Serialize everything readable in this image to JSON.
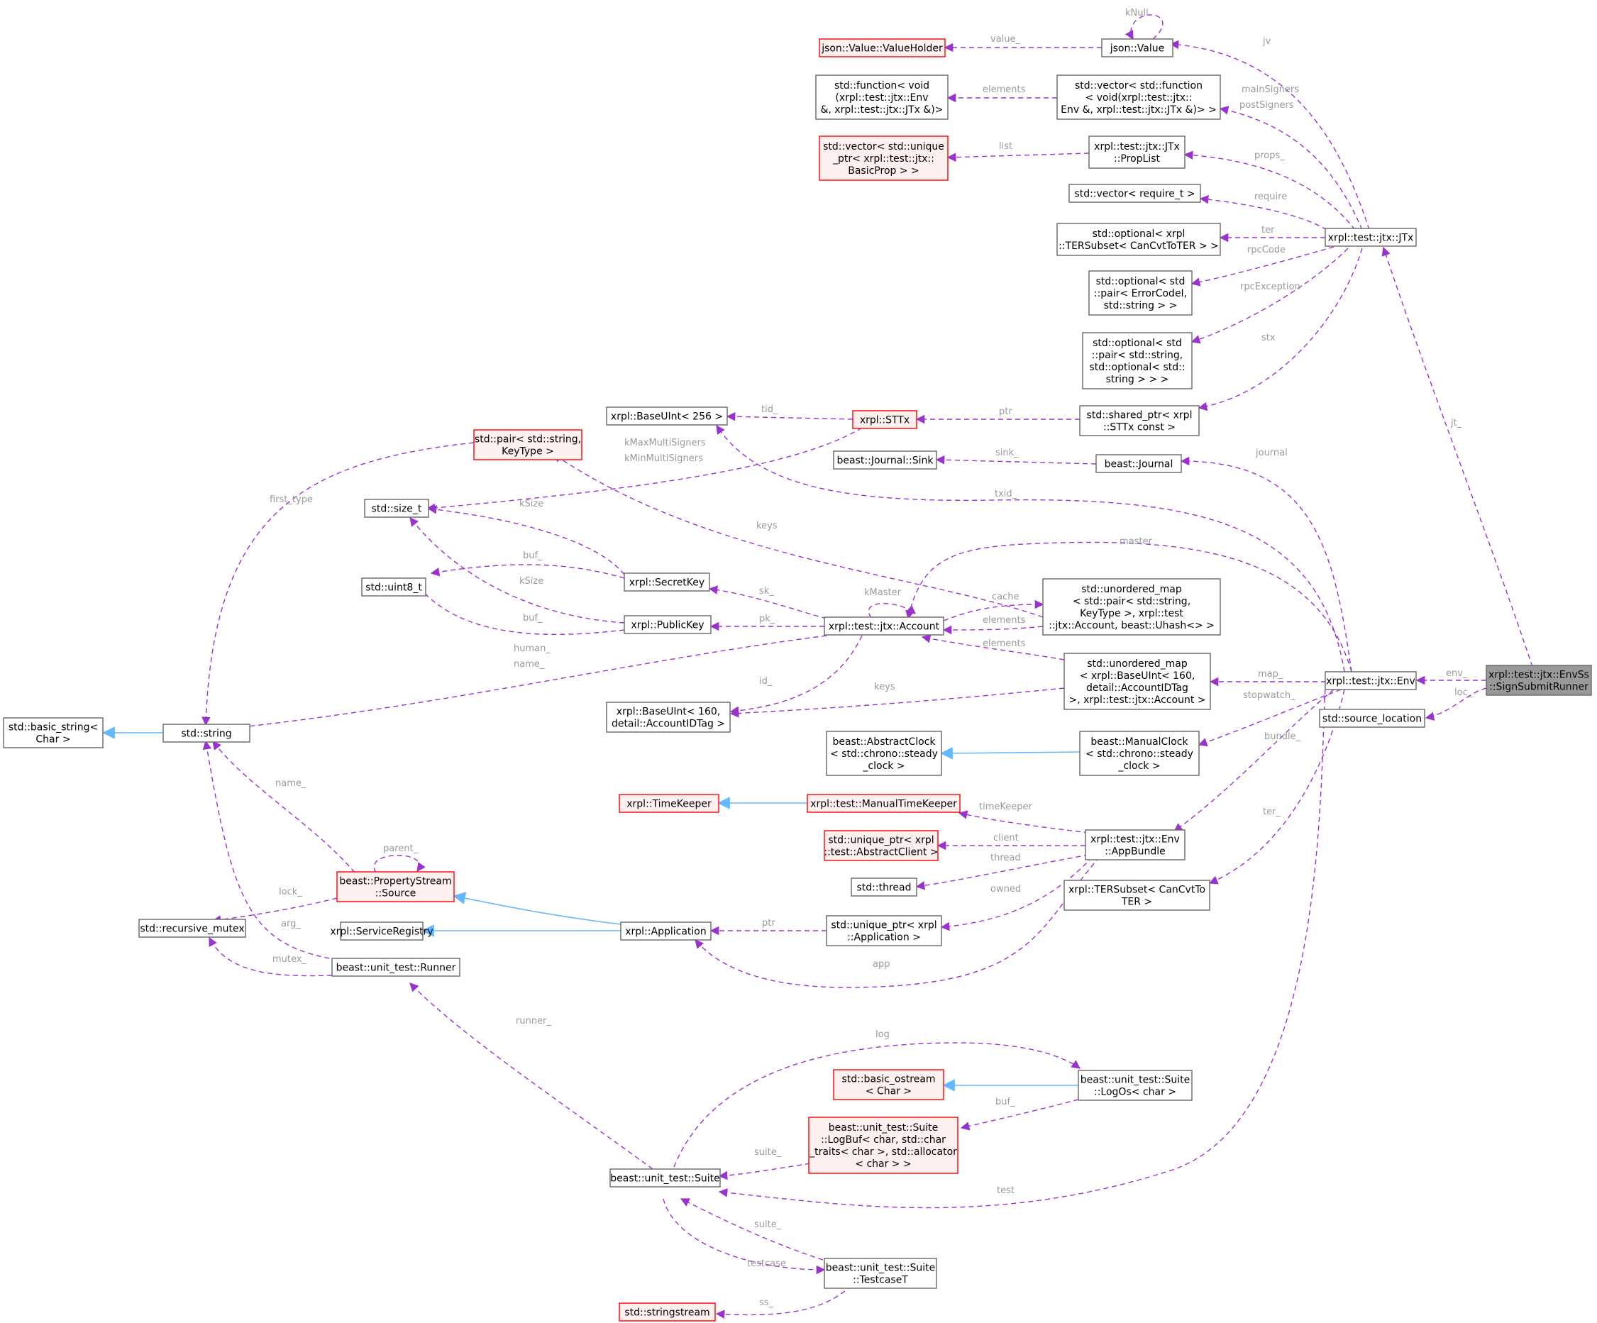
{
  "nodes": {
    "envss_runner": {
      "lines": [
        "xrpl::test::jtx::EnvSs",
        "::SignSubmitRunner"
      ],
      "style": "focus"
    },
    "env": {
      "lines": [
        "xrpl::test::jtx::Env"
      ],
      "style": "normal"
    },
    "source_location": {
      "lines": [
        "std::source_location"
      ],
      "style": "normal"
    },
    "jtx": {
      "lines": [
        "xrpl::test::jtx::JTx"
      ],
      "style": "normal"
    },
    "json_value": {
      "lines": [
        "json::Value"
      ],
      "style": "normal"
    },
    "value_holder": {
      "lines": [
        "json::Value::ValueHolder"
      ],
      "style": "red"
    },
    "std_function": {
      "lines": [
        "std::function< void",
        "(xrpl::test::jtx::Env",
        "&, xrpl::test::jtx::JTx &)>"
      ],
      "style": "normal"
    },
    "vector_function": {
      "lines": [
        "std::vector< std::function",
        "< void(xrpl::test::jtx::",
        "Env &, xrpl::test::jtx::JTx &)> >"
      ],
      "style": "normal"
    },
    "vector_unique_prop": {
      "lines": [
        "std::vector< std::unique",
        "_ptr< xrpl::test::jtx::",
        "BasicProp > >"
      ],
      "style": "red"
    },
    "proplist": {
      "lines": [
        "xrpl::test::jtx::JTx",
        "::PropList"
      ],
      "style": "normal"
    },
    "vector_require": {
      "lines": [
        "std::vector< require_t >"
      ],
      "style": "normal"
    },
    "optional_tersubset": {
      "lines": [
        "std::optional< xrpl",
        "::TERSubset< CanCvtToTER > >"
      ],
      "style": "normal"
    },
    "optional_pair_error": {
      "lines": [
        "std::optional< std",
        "::pair< ErrorCodeI,",
        "std::string > >"
      ],
      "style": "normal"
    },
    "optional_pair_string": {
      "lines": [
        "std::optional< std",
        "::pair< std::string,",
        "std::optional< std::",
        "string > > >"
      ],
      "style": "normal"
    },
    "shared_sttx": {
      "lines": [
        "std::shared_ptr< xrpl",
        "::STTx const >"
      ],
      "style": "normal"
    },
    "sttx": {
      "lines": [
        "xrpl::STTx"
      ],
      "style": "red"
    },
    "baseuint256": {
      "lines": [
        "xrpl::BaseUInt< 256 >"
      ],
      "style": "normal"
    },
    "pair_string_keytype": {
      "lines": [
        "std::pair< std::string,",
        "KeyType >"
      ],
      "style": "red"
    },
    "size_t": {
      "lines": [
        "std::size_t"
      ],
      "style": "normal"
    },
    "uint8_t": {
      "lines": [
        "std::uint8_t"
      ],
      "style": "normal"
    },
    "secretkey": {
      "lines": [
        "xrpl::SecretKey"
      ],
      "style": "normal"
    },
    "publickey": {
      "lines": [
        "xrpl::PublicKey"
      ],
      "style": "normal"
    },
    "account": {
      "lines": [
        "xrpl::test::jtx::Account"
      ],
      "style": "normal"
    },
    "journal_sink": {
      "lines": [
        "beast::Journal::Sink"
      ],
      "style": "normal"
    },
    "journal": {
      "lines": [
        "beast::Journal"
      ],
      "style": "normal"
    },
    "unordered_map_pair": {
      "lines": [
        "std::unordered_map",
        "< std::pair< std::string,",
        "KeyType >, xrpl::test",
        "::jtx::Account, beast::Uhash<> >"
      ],
      "style": "normal"
    },
    "unordered_map_base160": {
      "lines": [
        "std::unordered_map",
        "< xrpl::BaseUInt< 160,",
        "detail::AccountIDTag",
        ">, xrpl::test::jtx::Account >"
      ],
      "style": "normal"
    },
    "baseuint160": {
      "lines": [
        "xrpl::BaseUInt< 160,",
        "detail::AccountIDTag >"
      ],
      "style": "normal"
    },
    "basic_string": {
      "lines": [
        "std::basic_string<",
        "Char >"
      ],
      "style": "normal"
    },
    "std_string": {
      "lines": [
        "std::string"
      ],
      "style": "normal"
    },
    "abstract_clock": {
      "lines": [
        "beast::AbstractClock",
        "< std::chrono::steady",
        "_clock >"
      ],
      "style": "normal"
    },
    "manual_clock": {
      "lines": [
        "beast::ManualClock",
        "< std::chrono::steady",
        "_clock >"
      ],
      "style": "normal"
    },
    "timekeeper": {
      "lines": [
        "xrpl::TimeKeeper"
      ],
      "style": "red"
    },
    "manual_timekeeper": {
      "lines": [
        "xrpl::test::ManualTimeKeeper"
      ],
      "style": "red"
    },
    "appbundle": {
      "lines": [
        "xrpl::test::jtx::Env",
        "::AppBundle"
      ],
      "style": "normal"
    },
    "unique_abstractclient": {
      "lines": [
        "std::unique_ptr< xrpl",
        "::test::AbstractClient >"
      ],
      "style": "red"
    },
    "std_thread": {
      "lines": [
        "std::thread"
      ],
      "style": "normal"
    },
    "unique_application": {
      "lines": [
        "std::unique_ptr< xrpl",
        "::Application >"
      ],
      "style": "normal"
    },
    "tersubset": {
      "lines": [
        "xrpl::TERSubset< CanCvtTo",
        "TER >"
      ],
      "style": "normal"
    },
    "property_source": {
      "lines": [
        "beast::PropertyStream",
        "::Source"
      ],
      "style": "red"
    },
    "recursive_mutex": {
      "lines": [
        "std::recursive_mutex"
      ],
      "style": "normal"
    },
    "service_registry": {
      "lines": [
        "xrpl::ServiceRegistry"
      ],
      "style": "normal"
    },
    "application": {
      "lines": [
        "xrpl::Application"
      ],
      "style": "normal"
    },
    "runner": {
      "lines": [
        "beast::unit_test::Runner"
      ],
      "style": "normal"
    },
    "basic_ostream": {
      "lines": [
        "std::basic_ostream",
        "< Char >"
      ],
      "style": "red"
    },
    "logos": {
      "lines": [
        "beast::unit_test::Suite",
        "::LogOs< char >"
      ],
      "style": "normal"
    },
    "logbuf": {
      "lines": [
        "beast::unit_test::Suite",
        "::LogBuf< char, std::char",
        "_traits< char >, std::allocator",
        "< char > >"
      ],
      "style": "red"
    },
    "suite": {
      "lines": [
        "beast::unit_test::Suite"
      ],
      "style": "normal"
    },
    "testcase": {
      "lines": [
        "beast::unit_test::Suite",
        "::TestcaseT"
      ],
      "style": "normal"
    },
    "stringstream": {
      "lines": [
        "std::stringstream"
      ],
      "style": "red"
    }
  },
  "edge_labels": {
    "env_": "env_",
    "loc_": "loc_",
    "jt_": "jt_",
    "jv": "jv",
    "kNull": "kNull",
    "value_": "value_",
    "elements": "elements",
    "list": "list",
    "mainSigners": "mainSigners",
    "postSigners": "postSigners",
    "props_": "props_",
    "require": "require",
    "ter": "ter",
    "rpcCode": "rpcCode",
    "rpcException": "rpcException",
    "stx": "stx",
    "ptr": "ptr",
    "tid_": "tid_",
    "kMaxMultiSigners": "kMaxMultiSigners",
    "kMinMultiSigners": "kMinMultiSigners",
    "sink_": "sink_",
    "journal": "journal",
    "txid_": "txid_",
    "first_type": "first_type",
    "kSize": "kSize",
    "keys": "keys",
    "master": "master",
    "buf_": "buf_",
    "kMaster": "kMaster",
    "cache": "cache",
    "sk_": "sk_",
    "pk_": "pk_",
    "human_": "human_",
    "name_": "name_",
    "id_": "id_",
    "map_": "map_",
    "stopwatch_": "stopwatch_",
    "bundle_": "bundle_",
    "timeKeeper": "timeKeeper",
    "client": "client",
    "thread": "thread",
    "owned": "owned",
    "ter_": "ter_",
    "parent_": "parent_",
    "lock_": "lock_",
    "arg_": "arg_",
    "mutex_": "mutex_",
    "app": "app",
    "runner_": "runner_",
    "log": "log",
    "suite_": "suite_",
    "test": "test",
    "testcase": "testcase",
    "ss_": "ss_"
  }
}
